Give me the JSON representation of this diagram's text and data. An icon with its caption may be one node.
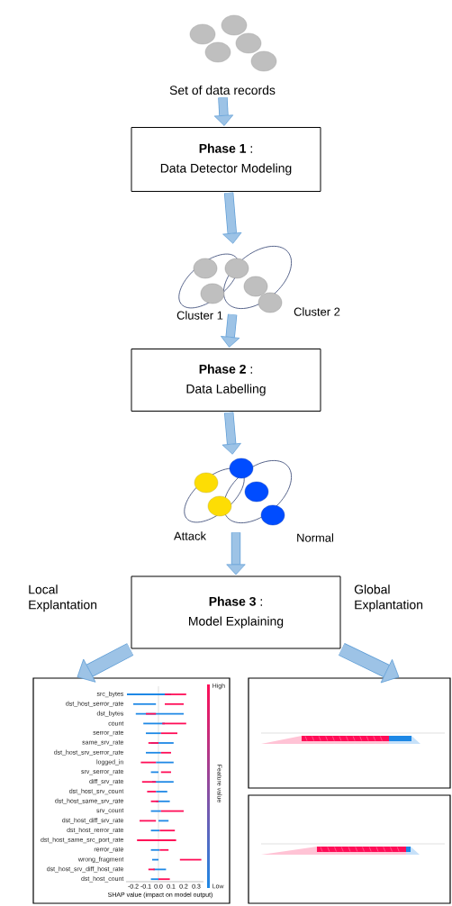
{
  "diagram": {
    "nodes": [
      {
        "text": [
          "Set of data records"
        ]
      },
      {
        "text": [
          "**Phase 1** :",
          "Data Detector Modeling"
        ]
      },
      {
        "text": [],
        "shape": "picture"
      },
      {
        "text": [
          "**Phase 2** :",
          "Data Labelling"
        ]
      },
      {
        "text": [],
        "shape": "picture"
      },
      {
        "text": [
          "**Phase 3** :",
          "Model Explaining"
        ]
      },
      {
        "text": [
          "src_bytes",
          "dst_host_serror_rate",
          "dst_bytes",
          "count",
          "serror_rate",
          "same_srv_rate",
          "dst_host_srv_serror_rate",
          "logged_in",
          "srv_serror_rate",
          "diff_srv_rate",
          "dst_host_srv_count",
          "dst_host_same_srv_rate",
          "srv_count",
          "dst_host_diff_srv_rate",
          "dst_host_rerror_rate",
          "dst_host_same_src_port_rate",
          "rerror_rate",
          "wrong_fragment",
          "dst_host_srv_diff_host_rate",
          "dst_host_count",
          "-0.2",
          "-0.1",
          "0.0",
          "0.1",
          "0.2",
          "0.3",
          "SHAP value (impact on model output)",
          "High",
          "Low",
          "Feature value"
        ]
      },
      {
        "text": [],
        "shape": "picture"
      },
      {
        "text": [],
        "shape": "picture"
      }
    ],
    "edges": [
      {
        "from": 0,
        "to": 1,
        "arrow": "to"
      },
      {
        "from": 1,
        "to": 2,
        "arrow": "to"
      },
      {
        "from": 2,
        "to": 3,
        "arrow": "to"
      },
      {
        "from": 3,
        "to": 4,
        "arrow": "to"
      },
      {
        "from": 4,
        "to": 5,
        "arrow": "to"
      },
      {
        "from": 5,
        "to": 6,
        "arrow": "to",
        "label": "Local Explantation"
      },
      {
        "from": 5,
        "to": 7,
        "arrow": "to",
        "label": "Global Explantation"
      }
    ],
    "labels": [
      "Cluster 1",
      "Cluster 2",
      "Attack",
      "Normal"
    ]
  }
}
